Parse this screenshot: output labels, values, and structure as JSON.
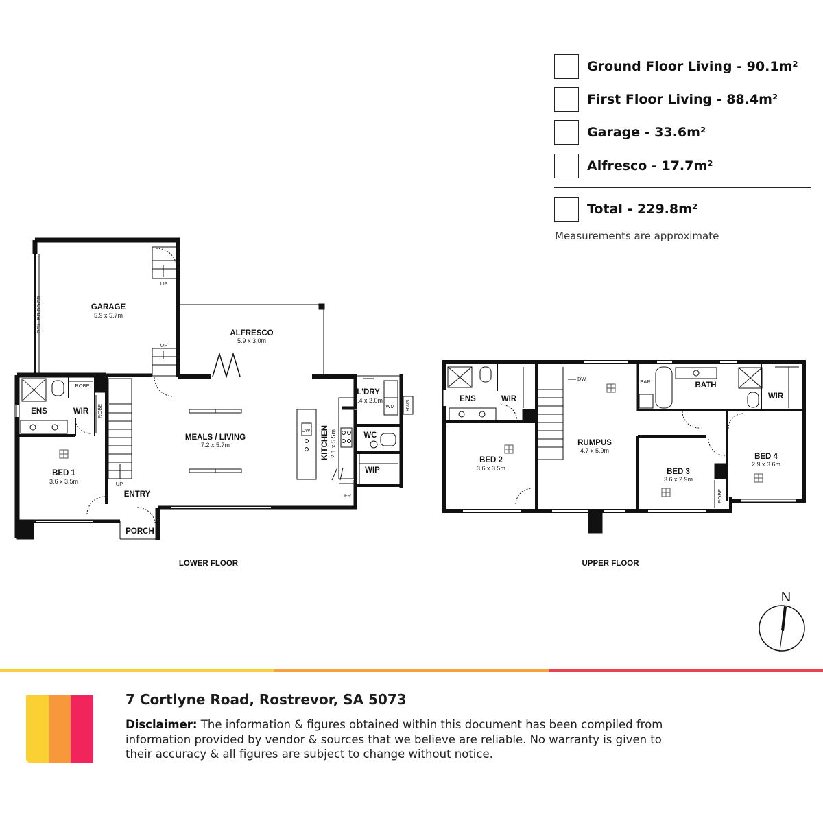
{
  "legend": {
    "items": [
      {
        "label": "Ground Floor Living - 90.1m²"
      },
      {
        "label": "First Floor Living - 88.4m²"
      },
      {
        "label": "Garage - 33.6m²"
      },
      {
        "label": "Alfresco - 17.7m²"
      }
    ],
    "total": {
      "label": "Total - 229.8m²"
    },
    "note": "Measurements are approximate"
  },
  "lower_floor": {
    "label": "LOWER FLOOR",
    "garage": {
      "name": "GARAGE",
      "dim": "5.9 x 5.7m"
    },
    "roller_door": "ROLLER DOOR",
    "alfresco": {
      "name": "ALFRESCO",
      "dim": "5.9 x 3.0m"
    },
    "meals_living": {
      "name": "MEALS / LIVING",
      "dim": "7.2 x 5.7m"
    },
    "kitchen": {
      "name": "KITCHEN",
      "dim": "2.1 x 5.5m"
    },
    "laundry": {
      "name": "L'DRY",
      "dim": "2.4 x 2.0m"
    },
    "wc": "WC",
    "wip": "WIP",
    "bed1": {
      "name": "BED 1",
      "dim": "3.6 x 3.5m"
    },
    "ens": "ENS",
    "wir": "WIR",
    "robe": "ROBE",
    "entry": "ENTRY",
    "porch": "PORCH",
    "up": "UP",
    "dw": "DW",
    "wm": "WM",
    "hws": "HWS",
    "fr": "FR"
  },
  "upper_floor": {
    "label": "UPPER FLOOR",
    "ens": "ENS",
    "wir": "WIR",
    "bed2": {
      "name": "BED 2",
      "dim": "3.6 x 3.5m"
    },
    "rumpus": {
      "name": "RUMPUS",
      "dim": "4.7 x 5.9m"
    },
    "bar": "BAR",
    "bath": "BATH",
    "wir2": "WIR",
    "bed3": {
      "name": "BED 3",
      "dim": "3.6 x 2.9m"
    },
    "bed4": {
      "name": "BED 4",
      "dim": "2.9 x 3.6m"
    },
    "robe": "ROBE",
    "dw": "DW"
  },
  "compass": {
    "label": "N"
  },
  "footer": {
    "address": "7 Cortlyne Road, Rostrevor, SA 5073",
    "disclaimer_label": "Disclaimer:",
    "disclaimer_text": "The information & figures obtained within this document has been compiled from information provided by vendor & sources that we believe are reliable. No warranty is given to their accuracy & all figures are subject to change without notice."
  },
  "colors": {
    "bar": [
      "#f6cf3e",
      "#f5a33a",
      "#e8414f"
    ],
    "logo": [
      "#fbd033",
      "#f7983a",
      "#f2245c"
    ]
  }
}
